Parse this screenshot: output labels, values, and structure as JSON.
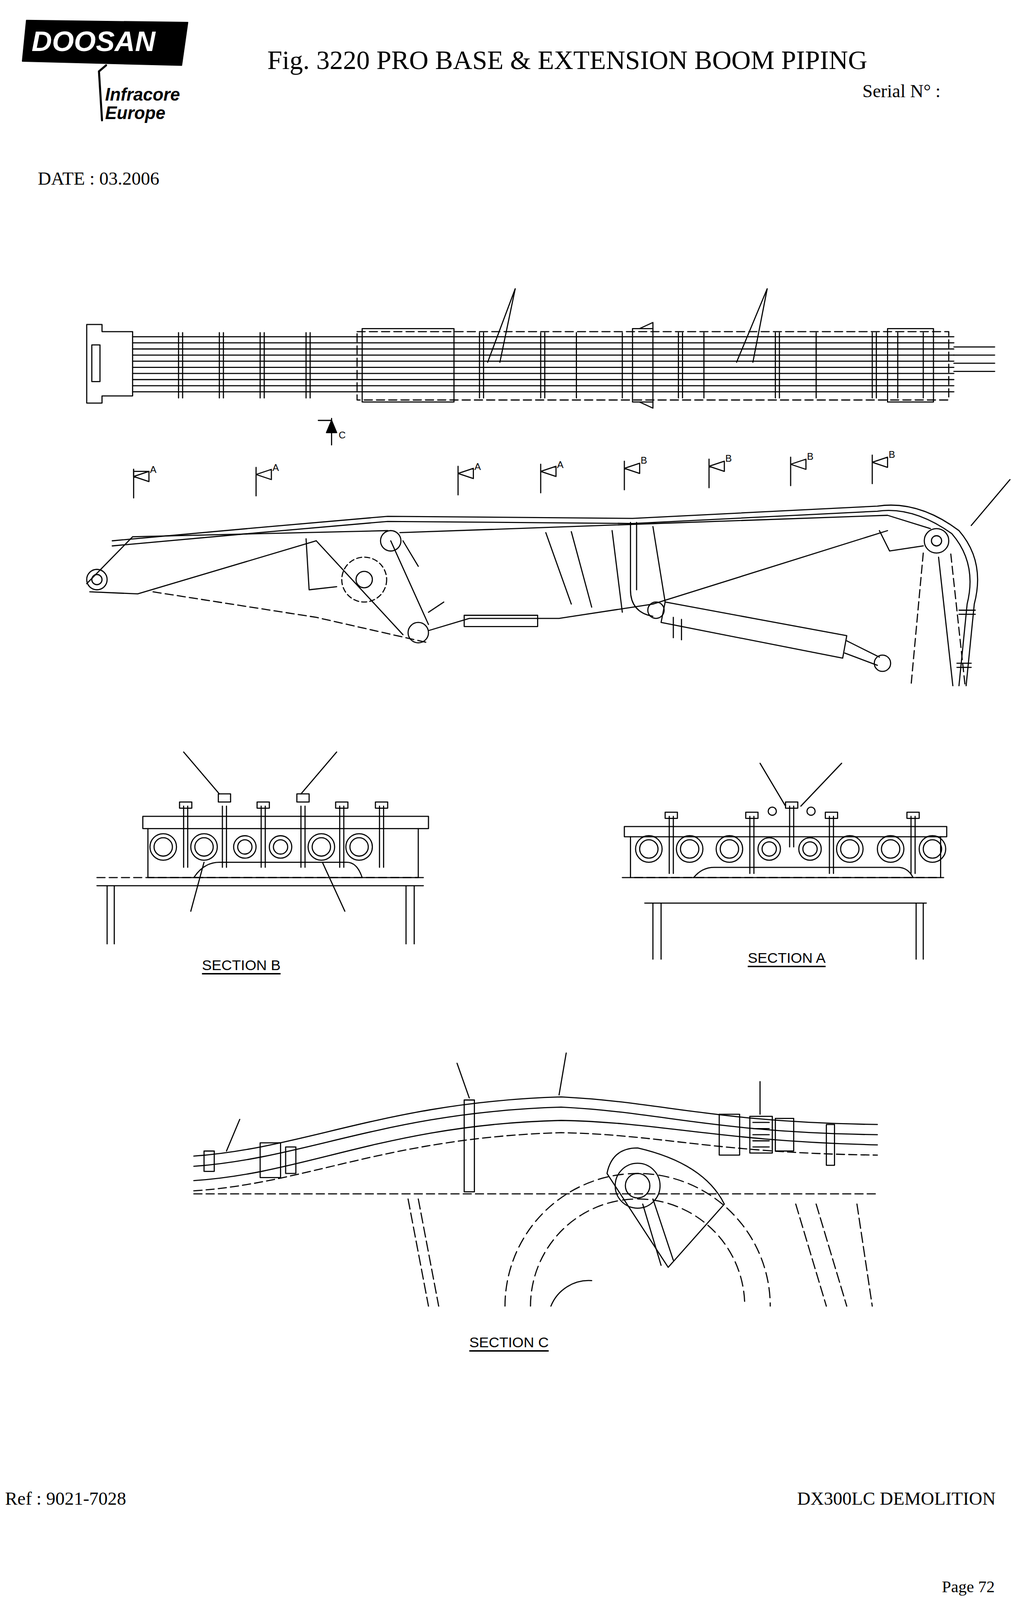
{
  "diagram": {
    "title": "Fig. 3220   PRO BASE & EXTENSION BOOM PIPING",
    "labels": [
      "DOOSAN",
      "Infracore",
      "Europe",
      "Serial N° :",
      "DATE : 03.2006",
      "C",
      "A",
      "A",
      "A",
      "A",
      "B",
      "B",
      "B",
      "B",
      "SECTION  B",
      "SECTION  A",
      "SECTION  C",
      "Ref : 9021-7028",
      "DX300LC DEMOLITION",
      "Page 72"
    ]
  }
}
